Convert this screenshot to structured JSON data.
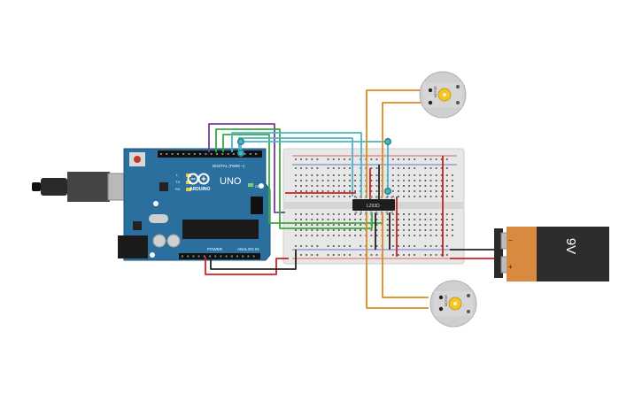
{
  "arduino": {
    "brand": "ARDUINO",
    "model": "UNO",
    "digital_label": "DIGITAL (PWM ~)",
    "power_label": "POWER",
    "analog_label": "ANALOG IN",
    "tx_label": "TX",
    "rx_label": "RX",
    "l_label": "L",
    "on_label": "ON"
  },
  "chip": {
    "label": "L293D"
  },
  "battery": {
    "label": "9V",
    "minus": "−",
    "plus": "+"
  },
  "motors": [
    {
      "label": "MOTOR"
    },
    {
      "label": "MOTOR"
    }
  ],
  "colors": {
    "board": "#2a6e9e",
    "breadboard": "#e6e6e6",
    "wire_red": "#d02020",
    "wire_black": "#222222",
    "wire_orange": "#e08a1c",
    "wire_green": "#3aa83a",
    "wire_purple": "#7a3a9a",
    "wire_teal": "#4bb6c6",
    "battery_body": "#d88a40",
    "battery_cap": "#2a2a2a"
  }
}
